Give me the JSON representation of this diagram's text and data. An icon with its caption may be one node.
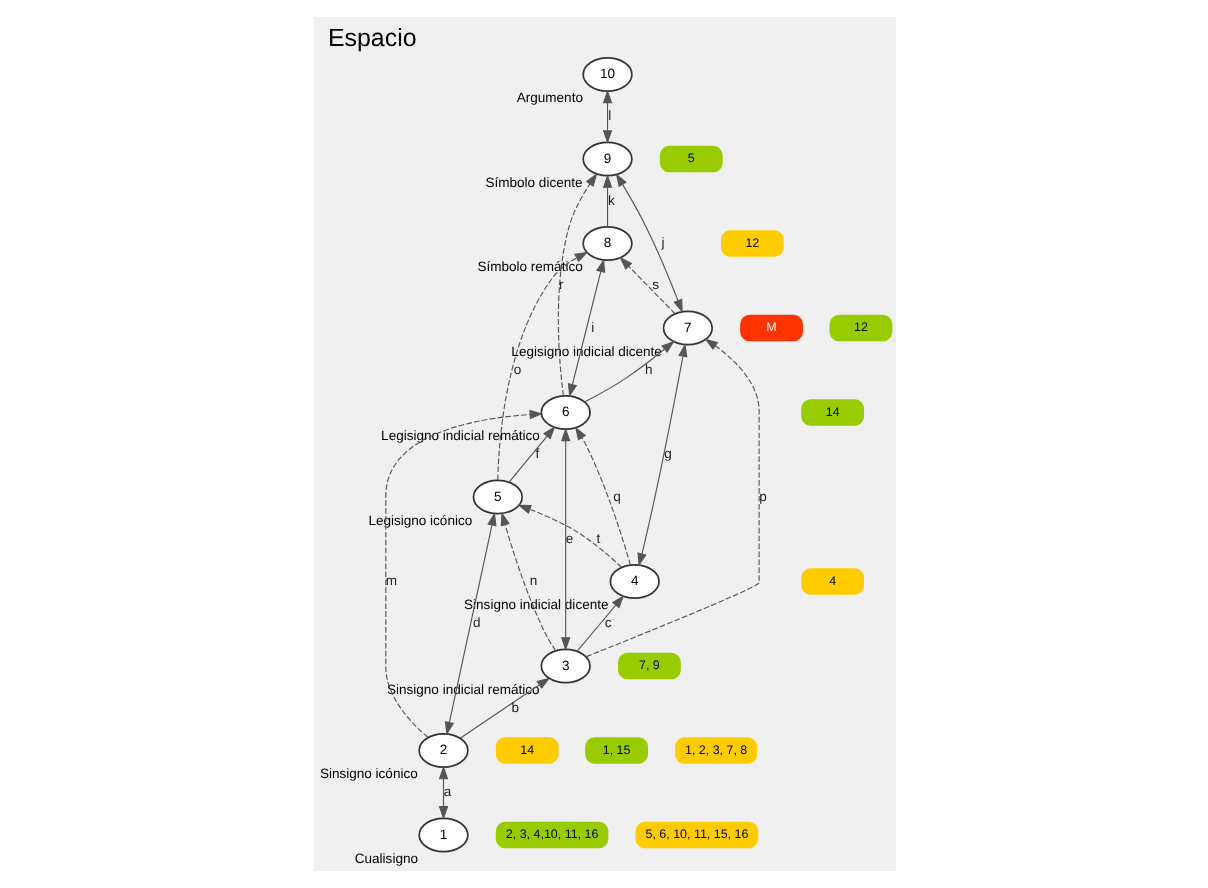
{
  "diagram": {
    "title": "Espacio",
    "nodes": [
      {
        "text": [
          "10"
        ],
        "beside": [
          "Argumento"
        ]
      },
      {
        "text": [
          "M"
        ]
      },
      {
        "text": [
          "12"
        ]
      },
      {
        "text": [
          "9"
        ],
        "beside": [
          "Símbolo dicente"
        ]
      },
      {
        "text": [
          "5"
        ]
      },
      {
        "text": [
          "7"
        ],
        "beside": [
          "Legisigno indicial dicente"
        ]
      },
      {
        "text": [
          "8"
        ],
        "beside": [
          "Símbolo remático"
        ]
      },
      {
        "text": [
          "12"
        ]
      },
      {
        "text": [
          "4"
        ],
        "beside": [
          "Sinsigno indicial dicente"
        ]
      },
      {
        "text": [
          "4"
        ]
      },
      {
        "text": [
          "6"
        ],
        "beside": [
          "Legisigno indicial remático"
        ]
      },
      {
        "text": [
          "14"
        ]
      },
      {
        "text": [
          "3"
        ],
        "beside": [
          "Sinsigno indicial remático"
        ]
      },
      {
        "text": [
          "7, 9"
        ]
      },
      {
        "text": [
          "5"
        ],
        "beside": [
          "Legisigno icónico"
        ]
      },
      {
        "text": [
          "14"
        ]
      },
      {
        "text": [
          "1, 15"
        ]
      },
      {
        "text": [
          "2"
        ],
        "beside": [
          "Sinsigno icónico"
        ]
      },
      {
        "text": [
          "1, 2, 3, 7, 8"
        ]
      },
      {
        "text": [
          "2, 3, 4,10, 11, 16"
        ]
      },
      {
        "text": [
          "1"
        ],
        "beside": [
          "Cualisigno"
        ]
      },
      {
        "text": [
          "5, 6, 10, 11, 15, 16"
        ]
      }
    ],
    "edges": [
      {
        "from": 20,
        "to": 17,
        "arrow": "both",
        "label": "a"
      },
      {
        "from": 17,
        "to": 12,
        "arrow": "to",
        "label": "b"
      },
      {
        "from": 12,
        "to": 8,
        "arrow": "to",
        "label": "c"
      },
      {
        "from": 17,
        "to": 14,
        "arrow": "both",
        "label": "d"
      },
      {
        "from": 12,
        "to": 10,
        "arrow": "both",
        "label": "e"
      },
      {
        "from": 14,
        "to": 10,
        "arrow": "to",
        "label": "f"
      },
      {
        "from": 8,
        "to": 5,
        "arrow": "both",
        "label": "g"
      },
      {
        "from": 10,
        "to": 5,
        "arrow": "to",
        "label": "h"
      },
      {
        "from": 10,
        "to": 6,
        "arrow": "both",
        "label": "i"
      },
      {
        "from": 5,
        "to": 3,
        "arrow": "both",
        "label": "j"
      },
      {
        "from": 6,
        "to": 3,
        "arrow": "to",
        "label": "k"
      },
      {
        "from": 3,
        "to": 0,
        "arrow": "both",
        "label": "l"
      },
      {
        "from": 17,
        "to": 10,
        "arrow": "to",
        "label": "m",
        "style": "dashed"
      },
      {
        "from": 12,
        "to": 14,
        "arrow": "to",
        "label": "n",
        "style": "dashed"
      },
      {
        "from": 14,
        "to": 6,
        "arrow": "to",
        "label": "o",
        "style": "dashed"
      },
      {
        "from": 12,
        "to": 5,
        "arrow": "to",
        "label": "p",
        "style": "dashed"
      },
      {
        "from": 8,
        "to": 10,
        "arrow": "to",
        "label": "q",
        "style": "dashed"
      },
      {
        "from": 10,
        "to": 3,
        "arrow": "to",
        "label": "r",
        "style": "dashed"
      },
      {
        "from": 5,
        "to": 6,
        "arrow": "to",
        "label": "s",
        "style": "dashed"
      },
      {
        "from": 8,
        "to": 14,
        "arrow": "to",
        "label": "t",
        "style": "dashed"
      }
    ]
  }
}
